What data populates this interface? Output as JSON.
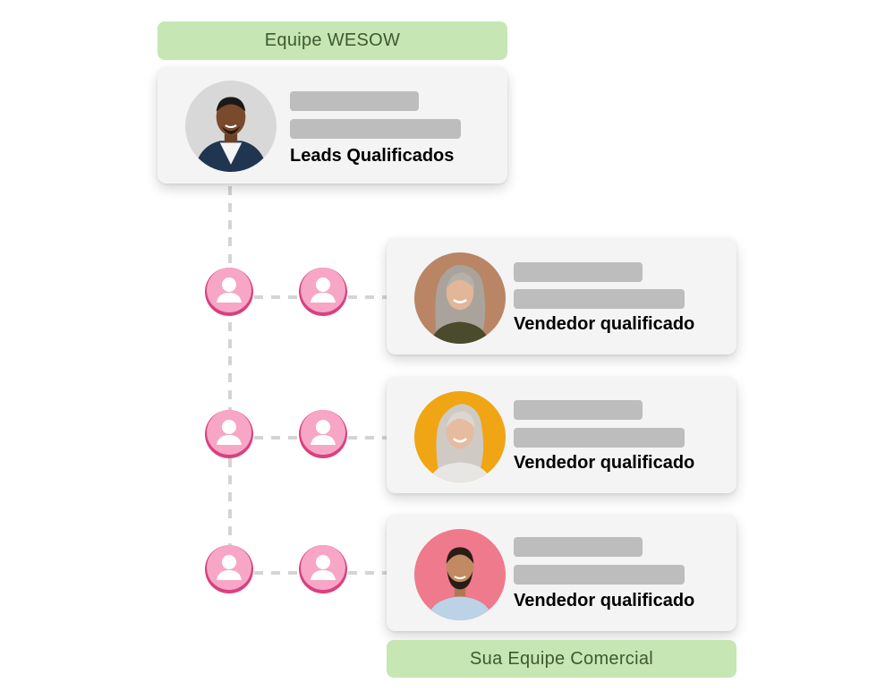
{
  "header_label": "Equipe WESOW",
  "footer_label": "Sua Equipe Comercial",
  "top_card": {
    "role": "Leads Qualificados",
    "avatar_icon": "person-photo-man-dark-jacket",
    "avatar_bg": "#d8d8d8"
  },
  "sales_cards": [
    {
      "role": "Vendedor qualificado",
      "avatar_icon": "person-photo-woman-gray-hair",
      "avatar_bg": "#b98565"
    },
    {
      "role": "Vendedor qualificado",
      "avatar_icon": "person-photo-older-woman",
      "avatar_bg": "#f0a514"
    },
    {
      "role": "Vendedor qualificado",
      "avatar_icon": "person-photo-man-beard",
      "avatar_bg": "#ee7a8c"
    }
  ],
  "node_icon": "user-node-icon",
  "colors": {
    "label_bg": "#c6e6b4",
    "label_text": "#3d5a30",
    "node_pink": "#f7a6c6",
    "node_rim": "#d9407f",
    "connector": "#d4d4d4",
    "placeholder": "#bdbdbd"
  }
}
